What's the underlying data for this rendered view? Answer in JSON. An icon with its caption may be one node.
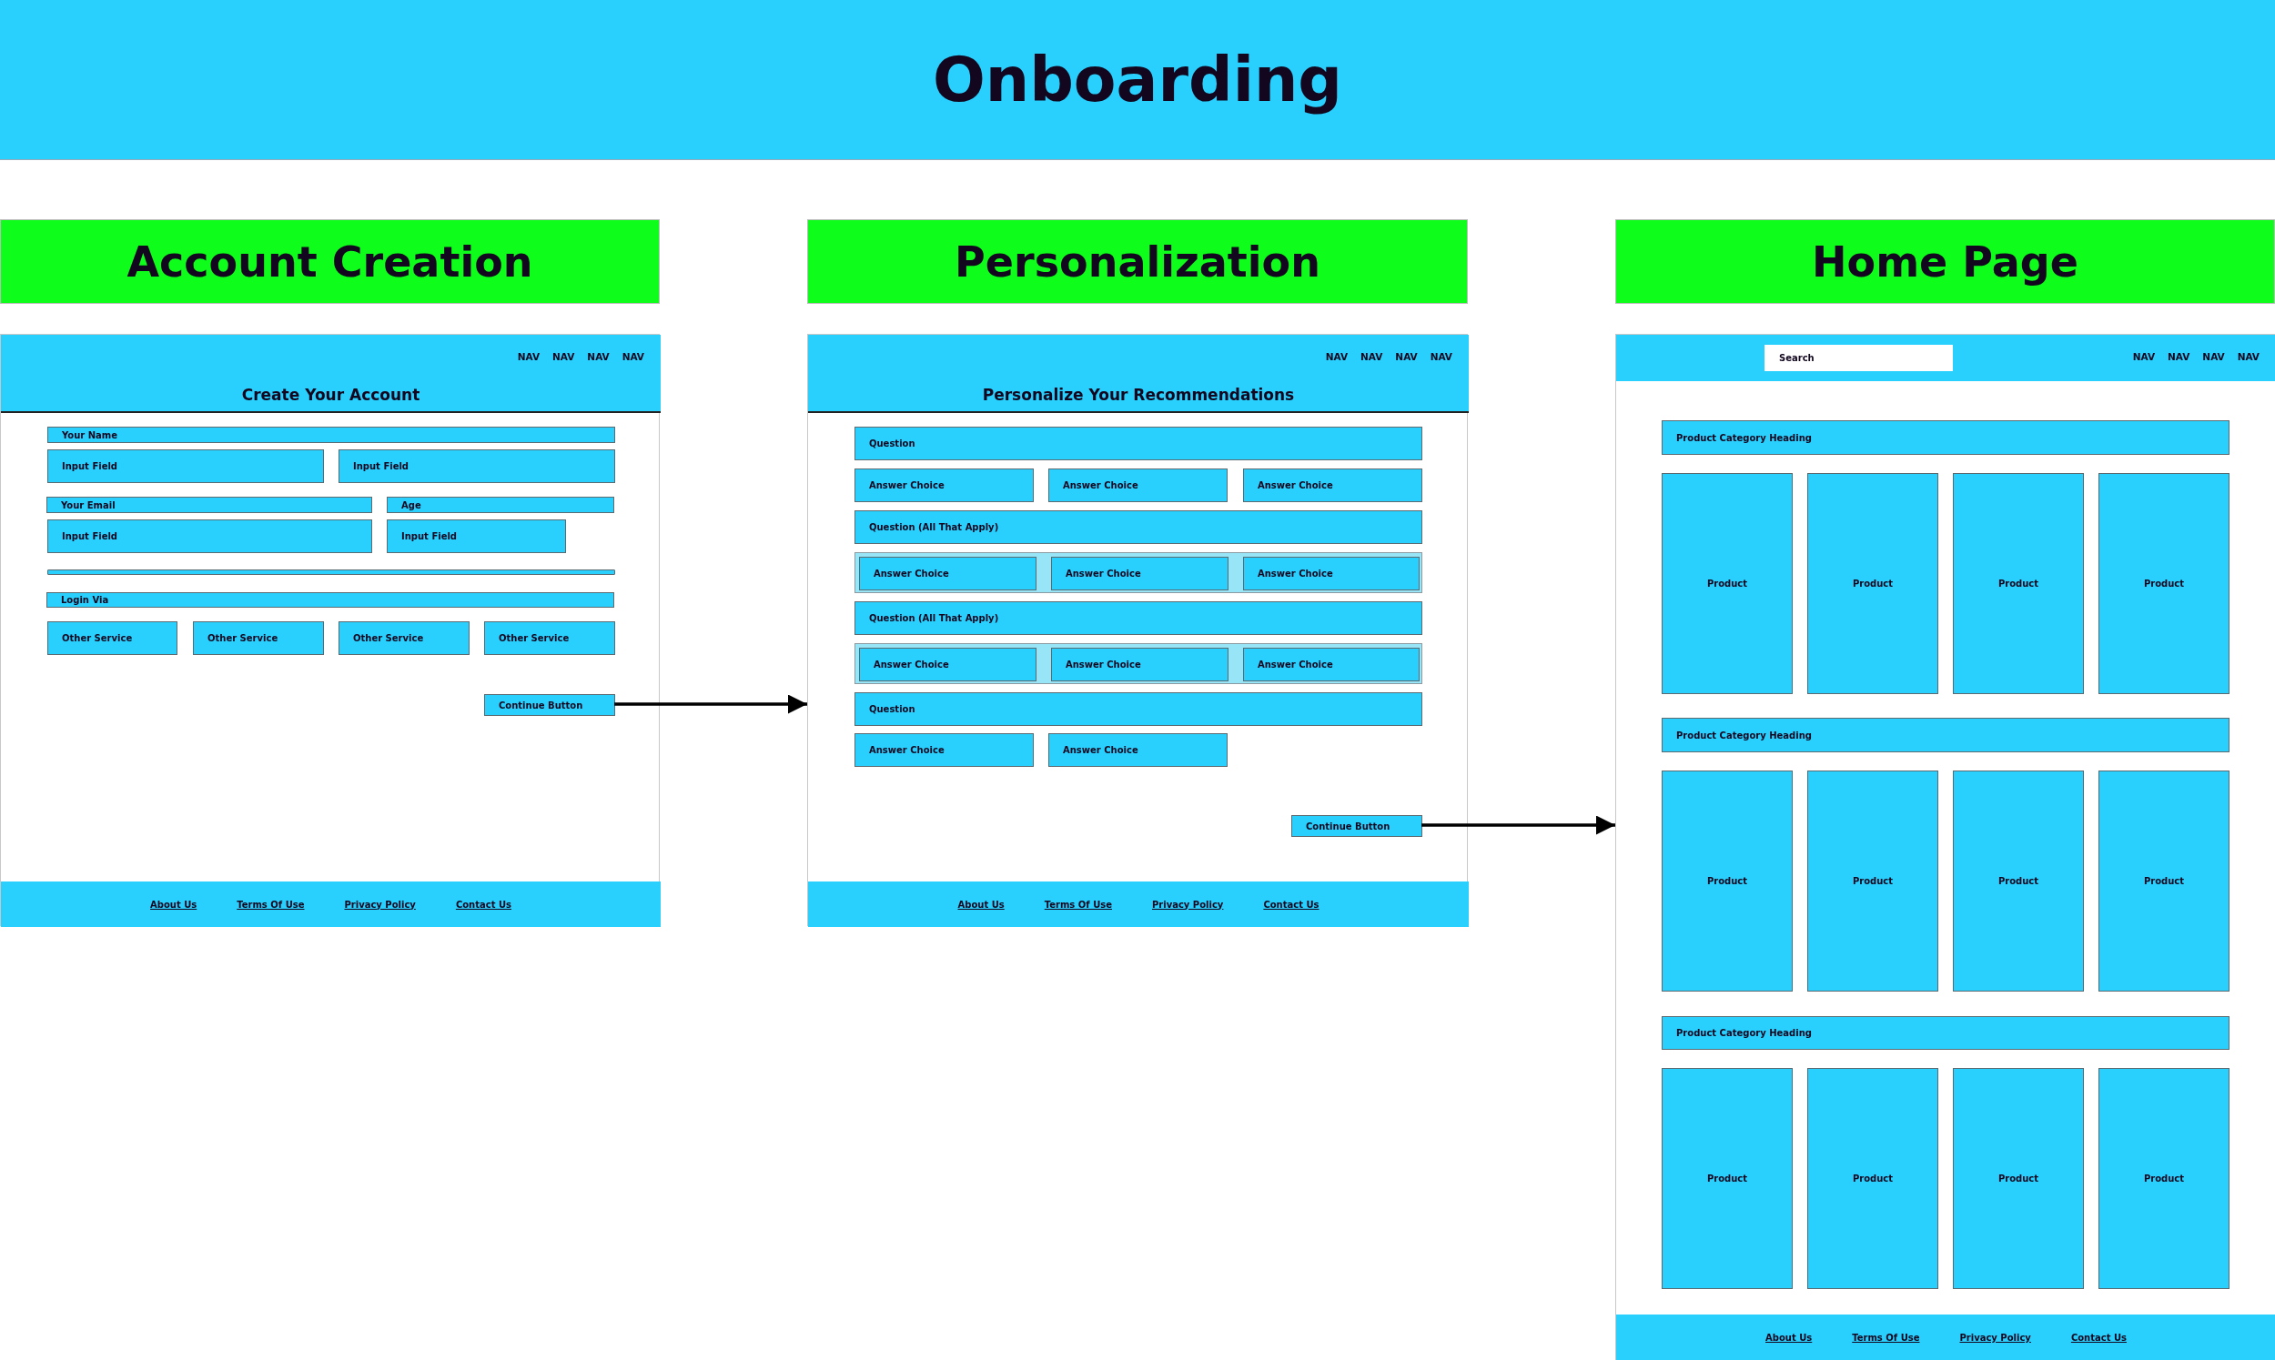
{
  "diagram": {
    "title": "Onboarding",
    "nodes": [
      {
        "text": [
          "Account Creation"
        ]
      },
      {
        "text": [],
        "shape": "box"
      },
      {
        "text": [
          "NAV",
          "NAV",
          "NAV",
          "NAV",
          "Create Your Account"
        ],
        "in": 1
      },
      {
        "text": [
          "Your Name"
        ],
        "in": 1
      },
      {
        "text": [
          "Input Field"
        ],
        "in": 1
      },
      {
        "text": [
          "Input Field"
        ],
        "in": 1
      },
      {
        "text": [
          "Your Email"
        ],
        "in": 1
      },
      {
        "text": [
          "Age"
        ],
        "in": 1
      },
      {
        "text": [
          "Input Field"
        ],
        "in": 1
      },
      {
        "text": [
          "Input Field"
        ],
        "in": 1
      },
      {
        "text": [],
        "shape": "bar",
        "in": 1
      },
      {
        "text": [
          "Login Via"
        ],
        "in": 1
      },
      {
        "text": [
          "Other Service"
        ],
        "in": 1
      },
      {
        "text": [
          "Other Service"
        ],
        "in": 1
      },
      {
        "text": [
          "Other Service"
        ],
        "in": 1
      },
      {
        "text": [
          "Other Service"
        ],
        "in": 1
      },
      {
        "text": [
          "Continue Button"
        ],
        "in": 1
      },
      {
        "text": [
          "About Us",
          "Terms Of Use",
          "Privacy Policy",
          "Contact Us"
        ],
        "in": 1
      },
      {
        "text": [
          "Personalization"
        ]
      },
      {
        "text": [],
        "shape": "box"
      },
      {
        "text": [
          "NAV",
          "NAV",
          "NAV",
          "NAV",
          "Personalize Your Recommendations"
        ],
        "in": 19
      },
      {
        "text": [
          "Question"
        ],
        "in": 19
      },
      {
        "text": [
          "Answer Choice"
        ],
        "in": 19
      },
      {
        "text": [
          "Answer Choice"
        ],
        "in": 19
      },
      {
        "text": [
          "Answer Choice"
        ],
        "in": 19
      },
      {
        "text": [
          "Question (All That Apply)"
        ],
        "in": 19
      },
      {
        "text": [],
        "shape": "box",
        "in": 19
      },
      {
        "text": [
          "Answer Choice"
        ],
        "in": 26
      },
      {
        "text": [
          "Answer Choice"
        ],
        "in": 26
      },
      {
        "text": [
          "Answer Choice"
        ],
        "in": 26
      },
      {
        "text": [
          "Question (All That Apply)"
        ],
        "in": 19
      },
      {
        "text": [],
        "shape": "box",
        "in": 19
      },
      {
        "text": [
          "Answer Choice"
        ],
        "in": 31
      },
      {
        "text": [
          "Answer Choice"
        ],
        "in": 31
      },
      {
        "text": [
          "Answer Choice"
        ],
        "in": 31
      },
      {
        "text": [
          "Question"
        ],
        "in": 19
      },
      {
        "text": [
          "Answer Choice"
        ],
        "in": 19
      },
      {
        "text": [
          "Answer Choice"
        ],
        "in": 19
      },
      {
        "text": [
          "Continue Button"
        ],
        "in": 19
      },
      {
        "text": [
          "About Us",
          "Terms Of Use",
          "Privacy Policy",
          "Contact Us"
        ],
        "in": 19
      },
      {
        "text": [
          "Home Page"
        ]
      },
      {
        "text": [],
        "shape": "box"
      },
      {
        "text": [
          "NAV",
          "NAV",
          "NAV",
          "NAV"
        ],
        "in": 41
      },
      {
        "text": [
          "Search"
        ],
        "in": 42
      },
      {
        "text": [
          "Product Category Heading"
        ],
        "in": 41
      },
      {
        "text": [
          "Product"
        ],
        "in": 41
      },
      {
        "text": [
          "Product"
        ],
        "in": 41
      },
      {
        "text": [
          "Product"
        ],
        "in": 41
      },
      {
        "text": [
          "Product"
        ],
        "in": 41
      },
      {
        "text": [
          "Product Category Heading"
        ],
        "in": 41
      },
      {
        "text": [
          "Product"
        ],
        "in": 41
      },
      {
        "text": [
          "Product"
        ],
        "in": 41
      },
      {
        "text": [
          "Product"
        ],
        "in": 41
      },
      {
        "text": [
          "Product"
        ],
        "in": 41
      },
      {
        "text": [
          "Product Category Heading"
        ],
        "in": 41
      },
      {
        "text": [
          "Product"
        ],
        "in": 41
      },
      {
        "text": [
          "Product"
        ],
        "in": 41
      },
      {
        "text": [
          "Product"
        ],
        "in": 41
      },
      {
        "text": [
          "Product"
        ],
        "in": 41
      },
      {
        "text": [
          "About Us",
          "Terms Of Use",
          "Privacy Policy",
          "Contact Us"
        ],
        "in": 41
      }
    ],
    "edges": [
      {
        "from": 16,
        "to": 19,
        "arrow": "to"
      },
      {
        "from": 38,
        "to": 41,
        "arrow": "to"
      }
    ]
  }
}
